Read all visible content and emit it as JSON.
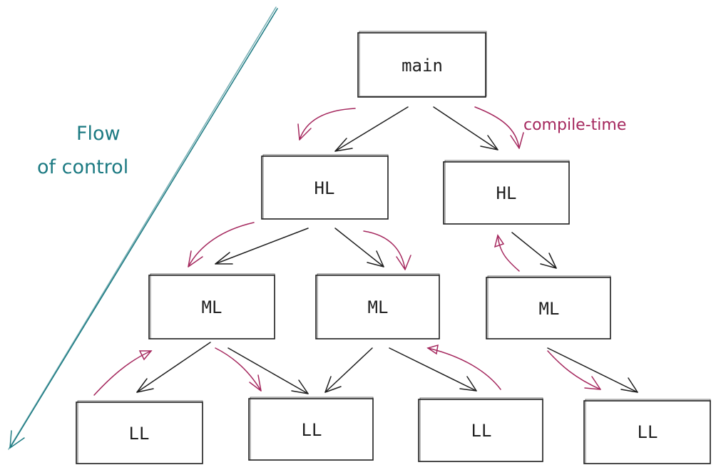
{
  "nodes": {
    "main": "main",
    "hl_left": "HL",
    "hl_right": "HL",
    "ml_left": "ML",
    "ml_mid": "ML",
    "ml_right": "ML",
    "ll_1": "LL",
    "ll_2": "LL",
    "ll_3": "LL",
    "ll_4": "LL"
  },
  "annotations": {
    "flow_line1": "Flow",
    "flow_line2": "of control",
    "compile_time": "compile-time"
  },
  "colors": {
    "ink": "#1e1e1e",
    "compile_time_arrows": "#a5285e",
    "flow_of_control": "#1c7a82"
  }
}
